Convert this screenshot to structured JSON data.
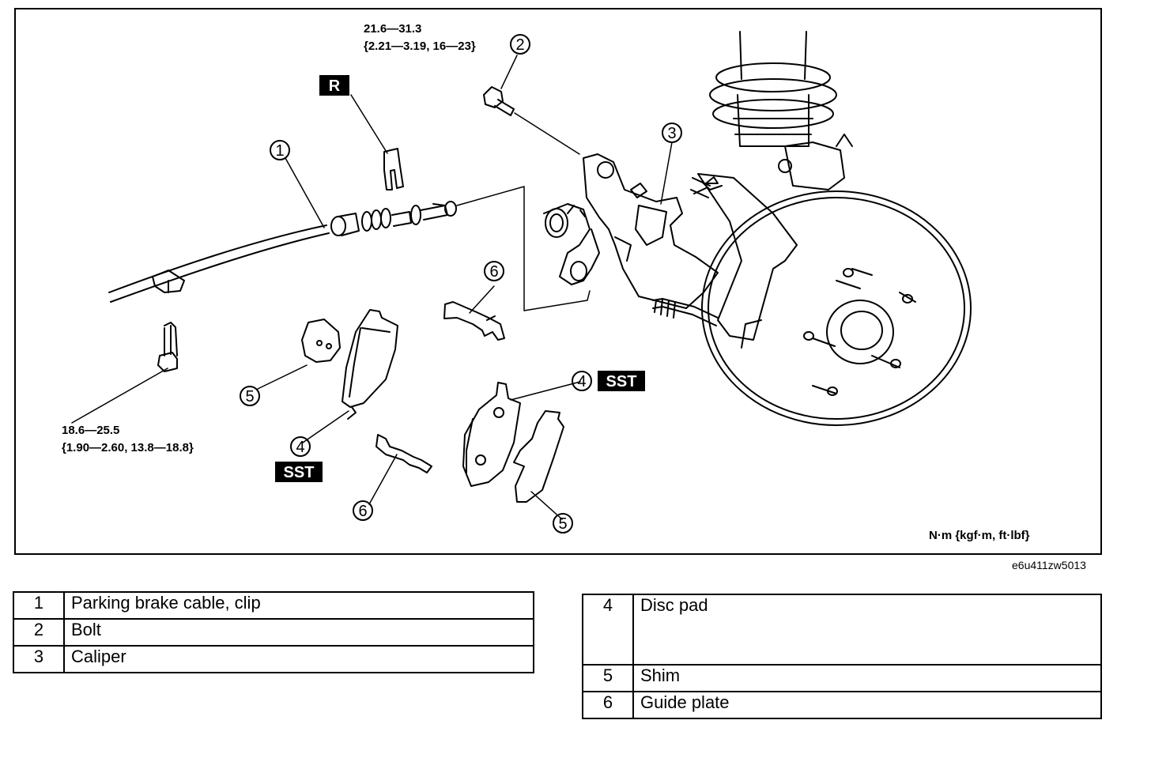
{
  "diagram": {
    "torque_top": {
      "line1": "21.6—31.3",
      "line2": "{2.21—3.19, 16—23}"
    },
    "torque_bottom": {
      "line1": "18.6—25.5",
      "line2": "{1.90—2.60, 13.8—18.8}"
    },
    "units": "N·m {kgf·m, ft·lbf}",
    "tags": {
      "replace": "R",
      "sst": "SST"
    },
    "callouts": [
      "1",
      "2",
      "3",
      "4",
      "5",
      "6"
    ]
  },
  "reference_code": "e6u411zw5013",
  "parts_left": [
    {
      "num": "1",
      "name": "Parking brake cable, clip"
    },
    {
      "num": "2",
      "name": "Bolt"
    },
    {
      "num": "3",
      "name": "Caliper"
    }
  ],
  "parts_right": [
    {
      "num": "4",
      "name": "Disc pad"
    },
    {
      "num": "5",
      "name": "Shim"
    },
    {
      "num": "6",
      "name": "Guide plate"
    }
  ]
}
